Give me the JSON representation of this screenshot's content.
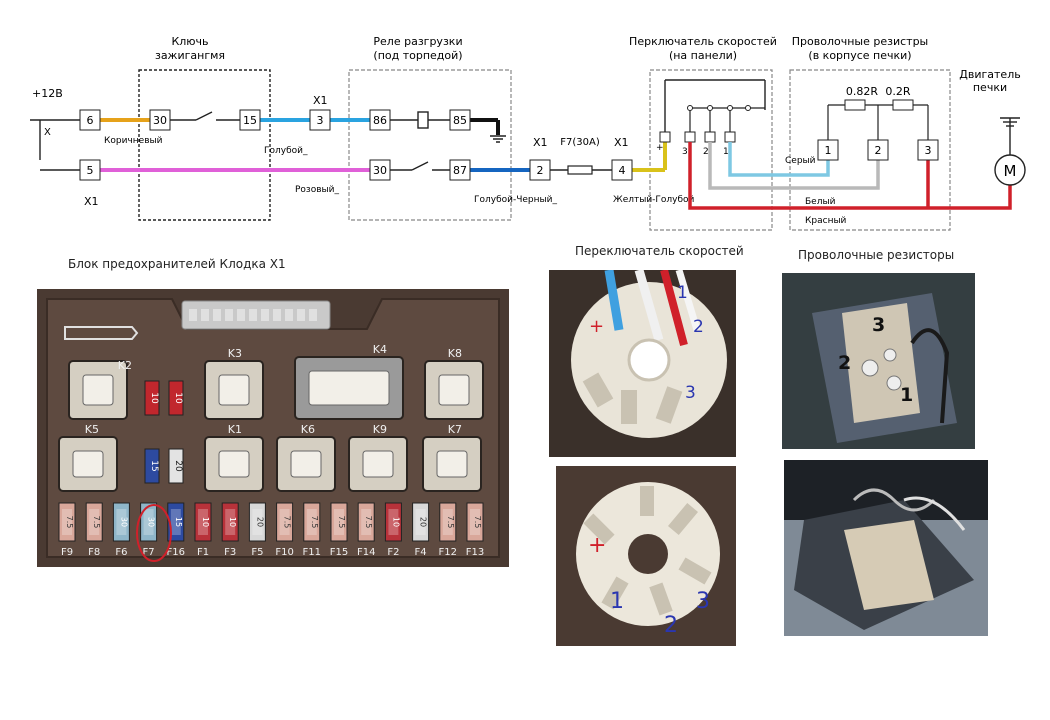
{
  "diagram": {
    "supply_label": "+12В",
    "x1_label": "X1",
    "blocks": {
      "ignition": "Ключь\nзажигангмя",
      "relay": "Реле разгрузки\n(под торпедой)",
      "speed_switch": "Перключатель скоростей\n(на панели)",
      "resistors": "Проволочные резистры\n(в корпусе печки)",
      "motor": "Двигатель\nпечки"
    },
    "terminals": {
      "t6": "6",
      "t5": "5",
      "t30a": "30",
      "t15": "15",
      "t3": "3",
      "t86": "86",
      "t85": "85",
      "t30b": "30",
      "t87": "87",
      "t2": "2",
      "t4": "4",
      "r1": "1",
      "r2": "2",
      "r3": "3"
    },
    "connector_labels": {
      "x1a": "X1",
      "x1b": "X1",
      "x1c": "X1"
    },
    "fuse_label": "F7(30A)",
    "resistor_values": {
      "r082": "0.82R",
      "r02": "0.2R"
    },
    "motor_symbol": "M",
    "wire_labels": {
      "brown": "Коричневый",
      "blue": "Голубой_",
      "pink": "Розовый_",
      "blue_black": "Голубой-Черный_",
      "yellow_blue": "Желтый-Голубой",
      "grey": "Серый",
      "white": "Белый",
      "red": "Красный"
    },
    "switch_pins": {
      "p1": "1",
      "p2": "2",
      "p3": "3",
      "plus": "+"
    }
  },
  "captions": {
    "fuse_block": "Блок предохранителей Клодка X1",
    "speed_switch_photos": "Переключатель скоростей",
    "resistor_photos": "Проволочные резисторы"
  },
  "fuse_box": {
    "relays": [
      "K2",
      "K3",
      "K4",
      "K8",
      "K5",
      "K1",
      "K6",
      "K9",
      "K7"
    ],
    "mini_fuses_top": [
      "10",
      "10"
    ],
    "mini_fuses_mid": [
      "15",
      "20"
    ],
    "fuses": [
      {
        "name": "F9",
        "rating": "7.5",
        "color": "#d9a79a"
      },
      {
        "name": "F8",
        "rating": "7.5",
        "color": "#d9a79a"
      },
      {
        "name": "F6",
        "rating": "30",
        "color": "#8fb6c9"
      },
      {
        "name": "F7",
        "rating": "30",
        "color": "#8fb6c9"
      },
      {
        "name": "F16",
        "rating": "15",
        "color": "#2d4aa0"
      },
      {
        "name": "F1",
        "rating": "10",
        "color": "#b8323a"
      },
      {
        "name": "F3",
        "rating": "10",
        "color": "#b8323a"
      },
      {
        "name": "F5",
        "rating": "20",
        "color": "#d8d8d8"
      },
      {
        "name": "F10",
        "rating": "7.5",
        "color": "#d9a79a"
      },
      {
        "name": "F11",
        "rating": "7.5",
        "color": "#d9a79a"
      },
      {
        "name": "F15",
        "rating": "7.5",
        "color": "#d9a79a"
      },
      {
        "name": "F14",
        "rating": "7.5",
        "color": "#d9a79a"
      },
      {
        "name": "F2",
        "rating": "10",
        "color": "#b8323a"
      },
      {
        "name": "F4",
        "rating": "20",
        "color": "#d8d8d8"
      },
      {
        "name": "F12",
        "rating": "7.5",
        "color": "#d9a79a"
      },
      {
        "name": "F13",
        "rating": "7.5",
        "color": "#d9a79a"
      }
    ]
  },
  "photo_labels": {
    "switch_top": [
      "1",
      "2",
      "3",
      "+"
    ],
    "switch_bottom": [
      "+",
      "1",
      "2",
      "3"
    ],
    "resistor_top": [
      "3",
      "2",
      "1"
    ]
  },
  "colors": {
    "brown_wire": "#e6a21a",
    "blue_wire": "#2aa3e0",
    "pink_wire": "#e060d8",
    "dark_blue_wire": "#1565c0",
    "yellow_wire": "#d9c21a",
    "grey_wire": "#b9b9b9",
    "light_blue_wire": "#7ec8e3",
    "red_wire": "#d0202a"
  }
}
